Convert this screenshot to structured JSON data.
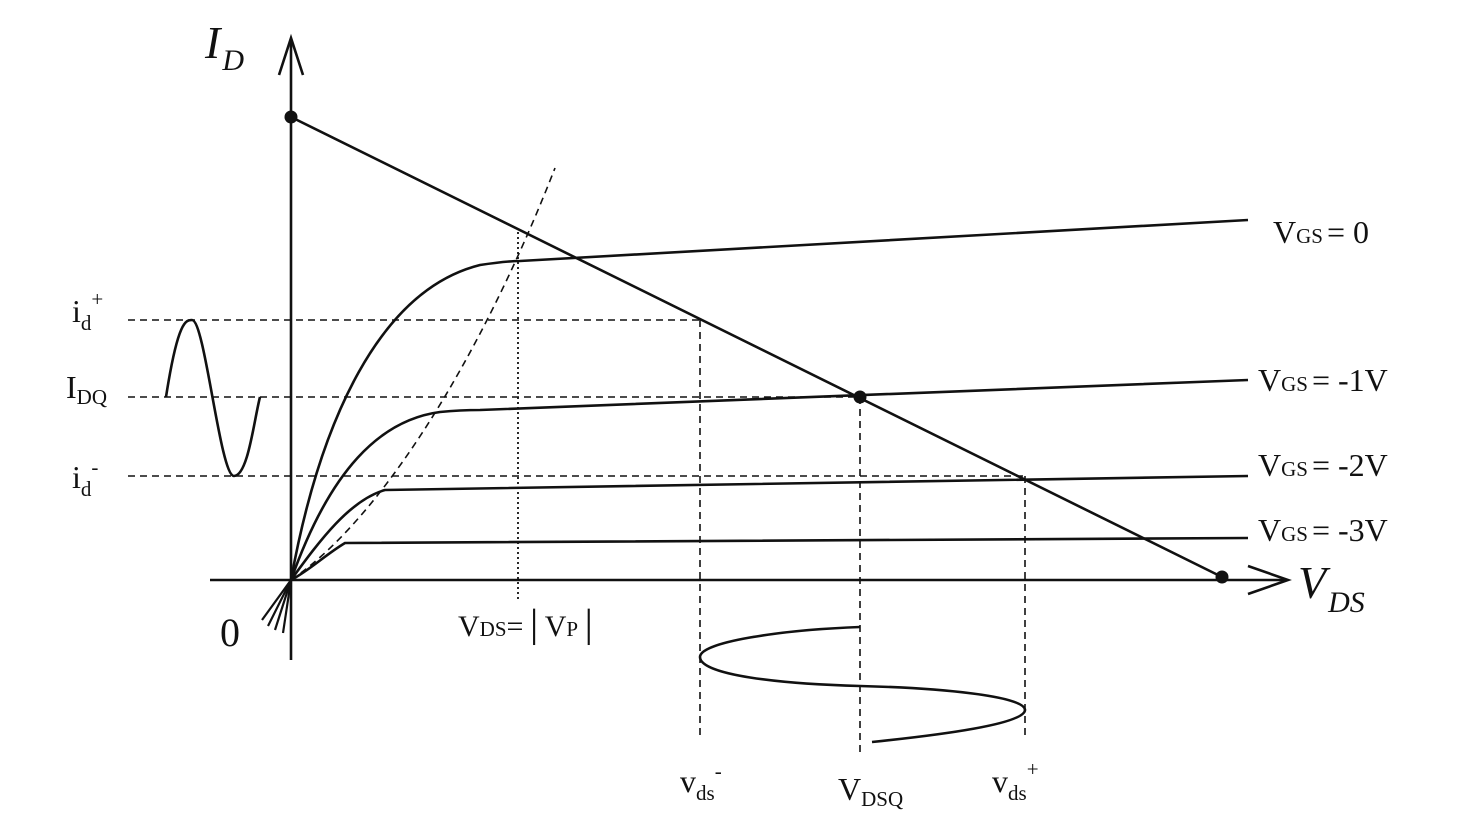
{
  "axes": {
    "y_title": "I",
    "y_title_sub": "D",
    "x_title": "V",
    "x_title_sub": "DS",
    "origin": "0"
  },
  "curves": [
    {
      "main": "V",
      "sub": "GS",
      "rest": "= 0"
    },
    {
      "main": "V",
      "sub": "GS",
      "rest": "= -1V"
    },
    {
      "main": "V",
      "sub": "GS",
      "rest": "= -2V"
    },
    {
      "main": "V",
      "sub": "GS",
      "rest": "= -3V"
    }
  ],
  "y_labels": {
    "id_plus": {
      "main": "i",
      "sub": "d",
      "sup": "+"
    },
    "idq": {
      "main": "I",
      "sub": "DQ"
    },
    "id_minus": {
      "main": "i",
      "sub": "d",
      "sup": "-"
    }
  },
  "x_labels": {
    "vds_minus": {
      "main": "v",
      "sub": "ds",
      "sup": "-"
    },
    "vdsq": {
      "main": "V",
      "sub": "DSQ"
    },
    "vds_plus": {
      "main": "v",
      "sub": "ds",
      "sup": "+"
    }
  },
  "pinch": {
    "left_main": "V",
    "left_sub": "DS",
    "middle": "=│V",
    "right_sub": "P",
    "end": "│"
  }
}
